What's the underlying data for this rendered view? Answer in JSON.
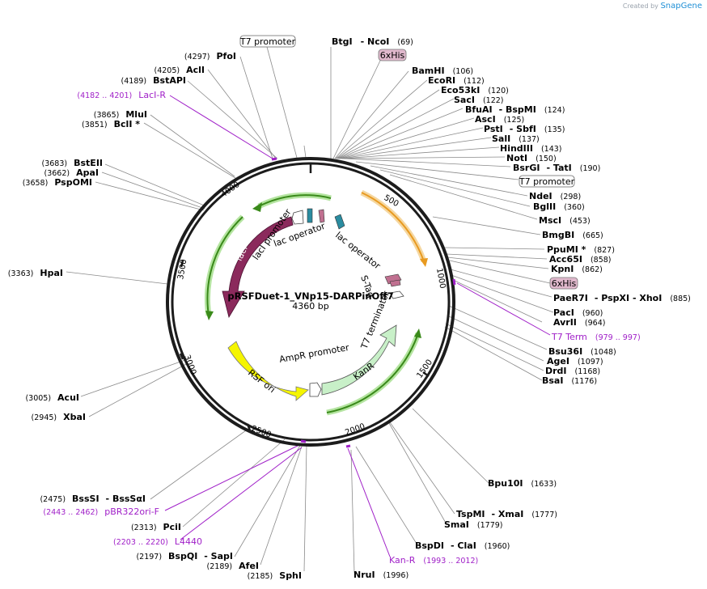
{
  "brand": {
    "created_by": "Created by",
    "app": "SnapGene"
  },
  "plasmid": {
    "name": "pRSFDuet-1_VNp15-DARPinOff7",
    "length": "4360 bp"
  },
  "colors": {
    "lacI": "#8b2a5c",
    "lac_promoter": "#ffffff",
    "lac_operator": "#2a8ca0",
    "RSF_ori": "#f5f500",
    "KanR": "#c8f0c8",
    "T7_promoter": "#ffffff",
    "T7_terminator": "#c8f0c8",
    "S_Tag": "#c07090",
    "primer": "#a020c8",
    "orange_arc": "#e89a20",
    "green_arc": "#3a8a1a"
  },
  "ticks": [
    "500",
    "1000",
    "1500",
    "2000",
    "2500",
    "3000",
    "3500",
    "4000"
  ],
  "features": {
    "lacI": "lacI",
    "lacI_promoter": "lacI promoter",
    "lac_operator_1": "lac operator",
    "lac_operator_2": "lac operator",
    "S_Tag": "S-Tag",
    "T7_terminator": "T7 terminator",
    "KanR": "KanR",
    "AmpR_promoter": "AmpR promoter",
    "RSF_ori": "RSF ori"
  },
  "boxed_labels": {
    "t7_top": "T7 promoter",
    "his_top": "6xHis",
    "t7_right": "T7 promoter",
    "his_right": "6xHis"
  },
  "sites_right": [
    {
      "name": "BtgI",
      "extra": "- NcoI",
      "pos": "(69)"
    },
    {
      "name": "BamHI",
      "extra": "",
      "pos": "(106)"
    },
    {
      "name": "EcoRI",
      "extra": "",
      "pos": "(112)"
    },
    {
      "name": "Eco53kI",
      "extra": "",
      "pos": "(120)"
    },
    {
      "name": "SacI",
      "extra": "",
      "pos": "(122)"
    },
    {
      "name": "BfuAI",
      "extra": "- BspMI",
      "pos": "(124)"
    },
    {
      "name": "AscI",
      "extra": "",
      "pos": "(125)"
    },
    {
      "name": "PstI",
      "extra": "- SbfI",
      "pos": "(135)"
    },
    {
      "name": "SalI",
      "extra": "",
      "pos": "(137)"
    },
    {
      "name": "HindIII",
      "extra": "",
      "pos": "(143)"
    },
    {
      "name": "NotI",
      "extra": "",
      "pos": "(150)"
    },
    {
      "name": "BsrGI",
      "extra": "- TatI",
      "pos": "(190)"
    },
    {
      "name": "NdeI",
      "extra": "",
      "pos": "(298)"
    },
    {
      "name": "BglII",
      "extra": "",
      "pos": "(360)"
    },
    {
      "name": "MscI",
      "extra": "",
      "pos": "(453)"
    },
    {
      "name": "BmgBI",
      "extra": "",
      "pos": "(665)"
    },
    {
      "name": "PpuMI *",
      "extra": "",
      "pos": "(827)"
    },
    {
      "name": "Acc65I",
      "extra": "",
      "pos": "(858)"
    },
    {
      "name": "KpnI",
      "extra": "",
      "pos": "(862)"
    },
    {
      "name": "PaeR7I",
      "extra": "- PspXI - XhoI",
      "pos": "(885)"
    },
    {
      "name": "PacI",
      "extra": "",
      "pos": "(960)"
    },
    {
      "name": "AvrII",
      "extra": "",
      "pos": "(964)"
    },
    {
      "name": "Bsu36I",
      "extra": "",
      "pos": "(1048)"
    },
    {
      "name": "AgeI",
      "extra": "",
      "pos": "(1097)"
    },
    {
      "name": "DrdI",
      "extra": "",
      "pos": "(1168)"
    },
    {
      "name": "BsaI",
      "extra": "",
      "pos": "(1176)"
    },
    {
      "name": "Bpu10I",
      "extra": "",
      "pos": "(1633)"
    },
    {
      "name": "TspMI",
      "extra": "- XmaI",
      "pos": "(1777)"
    },
    {
      "name": "SmaI",
      "extra": "",
      "pos": "(1779)"
    },
    {
      "name": "BspDI",
      "extra": "- ClaI",
      "pos": "(1960)"
    },
    {
      "name": "NruI",
      "extra": "",
      "pos": "(1996)"
    }
  ],
  "sites_left": [
    {
      "name": "PfoI",
      "pos": "(4297)"
    },
    {
      "name": "AclI",
      "pos": "(4205)"
    },
    {
      "name": "BstAPI",
      "pos": "(4189)"
    },
    {
      "name": "MluI",
      "pos": "(3865)"
    },
    {
      "name": "BclI *",
      "pos": "(3851)"
    },
    {
      "name": "BstEII",
      "pos": "(3683)"
    },
    {
      "name": "ApaI",
      "pos": "(3662)"
    },
    {
      "name": "PspOMI",
      "pos": "(3658)"
    },
    {
      "name": "HpaI",
      "pos": "(3363)"
    },
    {
      "name": "AcuI",
      "pos": "(3005)"
    },
    {
      "name": "XbaI",
      "pos": "(2945)"
    },
    {
      "name": "BssSI",
      "extra": "- BssSαI",
      "pos": "(2475)"
    },
    {
      "name": "PciI",
      "pos": "(2313)"
    },
    {
      "name": "BspQI",
      "extra": "- SapI",
      "pos": "(2197)"
    },
    {
      "name": "AfeI",
      "pos": "(2189)"
    },
    {
      "name": "SphI",
      "pos": "(2185)"
    }
  ],
  "primers": [
    {
      "name": "LacI-R",
      "range": "(4182 .. 4201)"
    },
    {
      "name": "T7 Term",
      "range": "(979 .. 997)"
    },
    {
      "name": "pBR322ori-F",
      "range": "(2443 .. 2462)"
    },
    {
      "name": "L4440",
      "range": "(2203 .. 2220)"
    },
    {
      "name": "Kan-R",
      "range": "(1993 .. 2012)"
    }
  ]
}
